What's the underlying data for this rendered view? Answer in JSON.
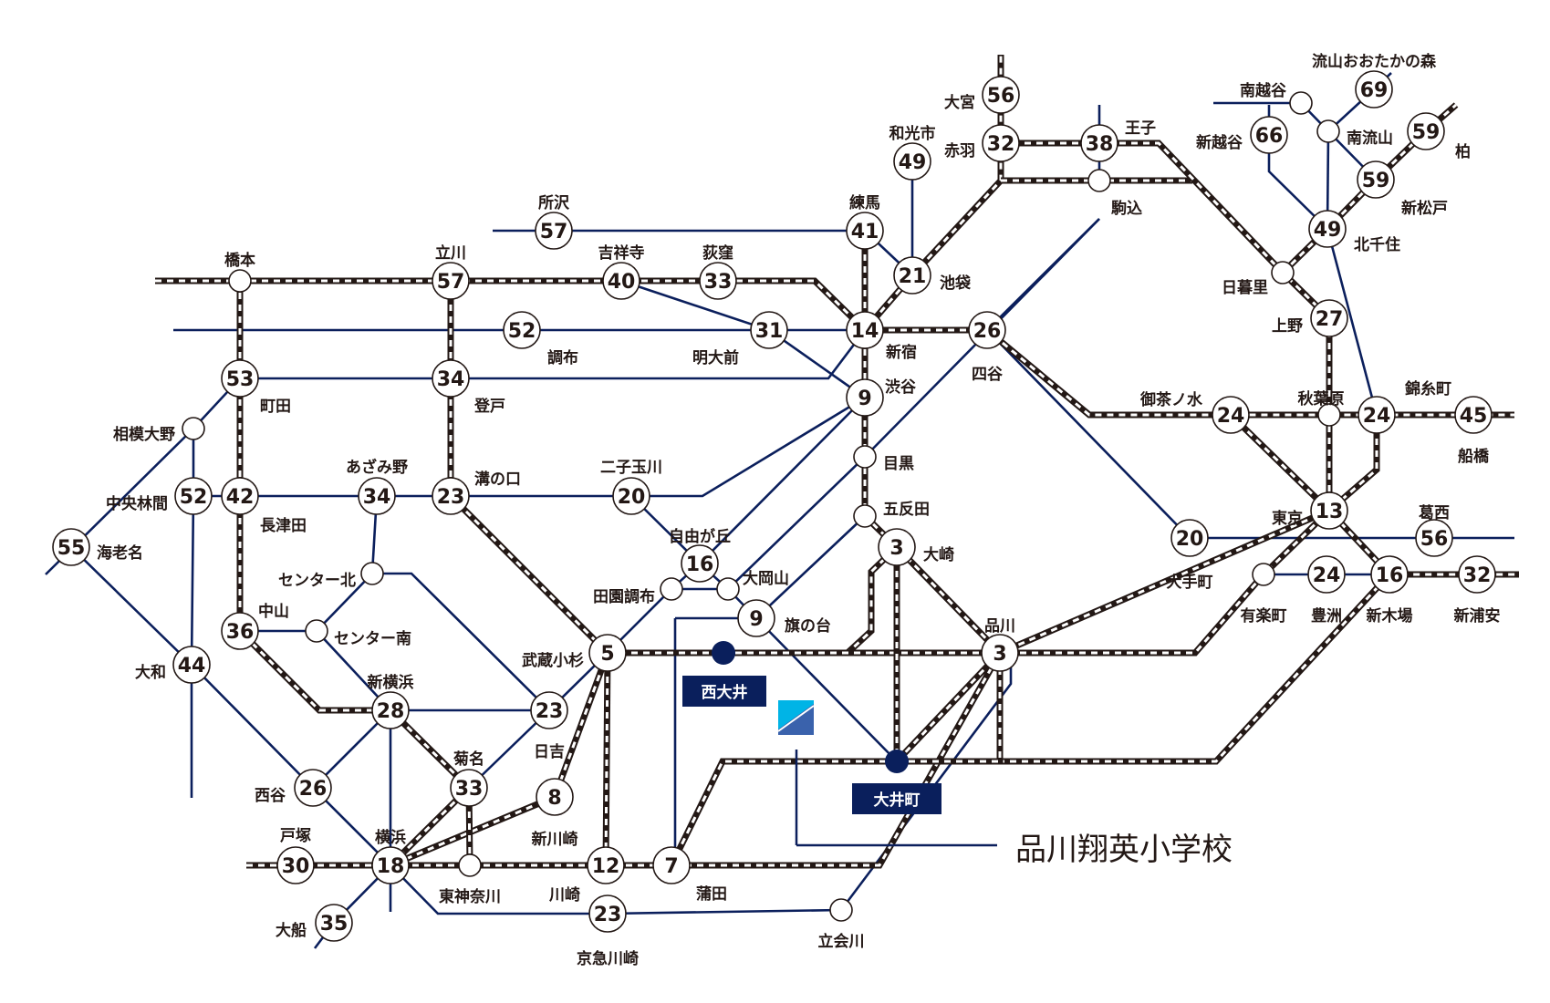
{
  "colors": {
    "rail_dark": "#231815",
    "rail_light": "#ffffff",
    "subway": "#0b1f5c",
    "highlight": "#0a1f5c",
    "logo_top": "#00b4e6",
    "logo_bottom": "#3a62ac"
  },
  "school": {
    "name": "品川翔英小学校"
  },
  "highlight_stations": [
    {
      "id": "nishioi",
      "label": "西大井"
    },
    {
      "id": "oimachi",
      "label": "大井町"
    }
  ],
  "stations": [
    {
      "id": "hashimoto",
      "label": "橋本",
      "minutes": ""
    },
    {
      "id": "tachikawa",
      "label": "立川",
      "minutes": "57"
    },
    {
      "id": "tokorozawa",
      "label": "所沢",
      "minutes": "57"
    },
    {
      "id": "kichijoji",
      "label": "吉祥寺",
      "minutes": "40"
    },
    {
      "id": "ogikubo",
      "label": "荻窪",
      "minutes": "33"
    },
    {
      "id": "nerima",
      "label": "練馬",
      "minutes": "41"
    },
    {
      "id": "wakoshi",
      "label": "和光市",
      "minutes": "49"
    },
    {
      "id": "omiya",
      "label": "大宮",
      "minutes": "56"
    },
    {
      "id": "akabane",
      "label": "赤羽",
      "minutes": "32"
    },
    {
      "id": "oji",
      "label": "王子",
      "minutes": "38"
    },
    {
      "id": "komagome",
      "label": "駒込",
      "minutes": ""
    },
    {
      "id": "ikebukuro",
      "label": "池袋",
      "minutes": "21"
    },
    {
      "id": "chofu",
      "label": "調布",
      "minutes": "52"
    },
    {
      "id": "meidaimae",
      "label": "明大前",
      "minutes": "31"
    },
    {
      "id": "shinjuku",
      "label": "新宿",
      "minutes": "14"
    },
    {
      "id": "yotsuya",
      "label": "四谷",
      "minutes": "26"
    },
    {
      "id": "machida",
      "label": "町田",
      "minutes": "53"
    },
    {
      "id": "noborito",
      "label": "登戸",
      "minutes": "34"
    },
    {
      "id": "shibuya",
      "label": "渋谷",
      "minutes": "9"
    },
    {
      "id": "sagamiono",
      "label": "相模大野",
      "minutes": ""
    },
    {
      "id": "chuorinkan",
      "label": "中央林間",
      "minutes": "52"
    },
    {
      "id": "nagatsuta",
      "label": "長津田",
      "minutes": "42"
    },
    {
      "id": "azamino",
      "label": "あざみ野",
      "minutes": "34"
    },
    {
      "id": "mizonokuchi",
      "label": "溝の口",
      "minutes": "23"
    },
    {
      "id": "futakotamagawa",
      "label": "二子玉川",
      "minutes": "20"
    },
    {
      "id": "meguro",
      "label": "目黒",
      "minutes": ""
    },
    {
      "id": "gotanda",
      "label": "五反田",
      "minutes": ""
    },
    {
      "id": "ebina",
      "label": "海老名",
      "minutes": "55"
    },
    {
      "id": "centerkita",
      "label": "センター北",
      "minutes": ""
    },
    {
      "id": "centerminami",
      "label": "センター南",
      "minutes": ""
    },
    {
      "id": "nakayama",
      "label": "中山",
      "minutes": "36"
    },
    {
      "id": "jiyugaoka",
      "label": "自由が丘",
      "minutes": "16"
    },
    {
      "id": "denenchofu",
      "label": "田園調布",
      "minutes": ""
    },
    {
      "id": "ookayama",
      "label": "大岡山",
      "minutes": ""
    },
    {
      "id": "hatanodai",
      "label": "旗の台",
      "minutes": "9"
    },
    {
      "id": "osaki",
      "label": "大崎",
      "minutes": "3"
    },
    {
      "id": "shinagawa",
      "label": "品川",
      "minutes": "3"
    },
    {
      "id": "musashikosugi",
      "label": "武蔵小杉",
      "minutes": "5"
    },
    {
      "id": "yamato",
      "label": "大和",
      "minutes": "44"
    },
    {
      "id": "shinyokohama",
      "label": "新横浜",
      "minutes": "28"
    },
    {
      "id": "hiyoshi",
      "label": "日吉",
      "minutes": "23"
    },
    {
      "id": "nishiya",
      "label": "西谷",
      "minutes": "26"
    },
    {
      "id": "kikuna",
      "label": "菊名",
      "minutes": "33"
    },
    {
      "id": "shinkawasaki",
      "label": "新川崎",
      "minutes": "8"
    },
    {
      "id": "totsuka",
      "label": "戸塚",
      "minutes": "30"
    },
    {
      "id": "yokohama",
      "label": "横浜",
      "minutes": "18"
    },
    {
      "id": "higashikanagawa",
      "label": "東神奈川",
      "minutes": ""
    },
    {
      "id": "kawasaki",
      "label": "川崎",
      "minutes": "12"
    },
    {
      "id": "kamata",
      "label": "蒲田",
      "minutes": "7"
    },
    {
      "id": "ofuna",
      "label": "大船",
      "minutes": "35"
    },
    {
      "id": "keikyukawasaki",
      "label": "京急川崎",
      "minutes": "23"
    },
    {
      "id": "tachiaigawa",
      "label": "立会川",
      "minutes": ""
    },
    {
      "id": "nagareyamaotaka",
      "label": "流山おおたかの森",
      "minutes": "69"
    },
    {
      "id": "minamikoshigaya",
      "label": "南越谷",
      "minutes": ""
    },
    {
      "id": "shinkoshigaya",
      "label": "新越谷",
      "minutes": "66"
    },
    {
      "id": "minaminagareyama",
      "label": "南流山",
      "minutes": ""
    },
    {
      "id": "kashiwa",
      "label": "柏",
      "minutes": "59"
    },
    {
      "id": "shinmatsudo",
      "label": "新松戸",
      "minutes": "59"
    },
    {
      "id": "kitasenju",
      "label": "北千住",
      "minutes": "49"
    },
    {
      "id": "nippori",
      "label": "日暮里",
      "minutes": ""
    },
    {
      "id": "ueno",
      "label": "上野",
      "minutes": "27"
    },
    {
      "id": "ochanomizu",
      "label": "御茶ノ水",
      "minutes": "24"
    },
    {
      "id": "akihabara",
      "label": "秋葉原",
      "minutes": ""
    },
    {
      "id": "kinshicho",
      "label": "錦糸町",
      "minutes": "24"
    },
    {
      "id": "funabashi",
      "label": "船橋",
      "minutes": "45"
    },
    {
      "id": "tokyo",
      "label": "東京",
      "minutes": "13"
    },
    {
      "id": "kasai",
      "label": "葛西",
      "minutes": "56"
    },
    {
      "id": "otemachi",
      "label": "大手町",
      "minutes": "20"
    },
    {
      "id": "yurakucho",
      "label": "有楽町",
      "minutes": ""
    },
    {
      "id": "toyosu",
      "label": "豊洲",
      "minutes": "24"
    },
    {
      "id": "shinkiba",
      "label": "新木場",
      "minutes": "16"
    },
    {
      "id": "shinurayasu",
      "label": "新浦安",
      "minutes": "32"
    }
  ]
}
